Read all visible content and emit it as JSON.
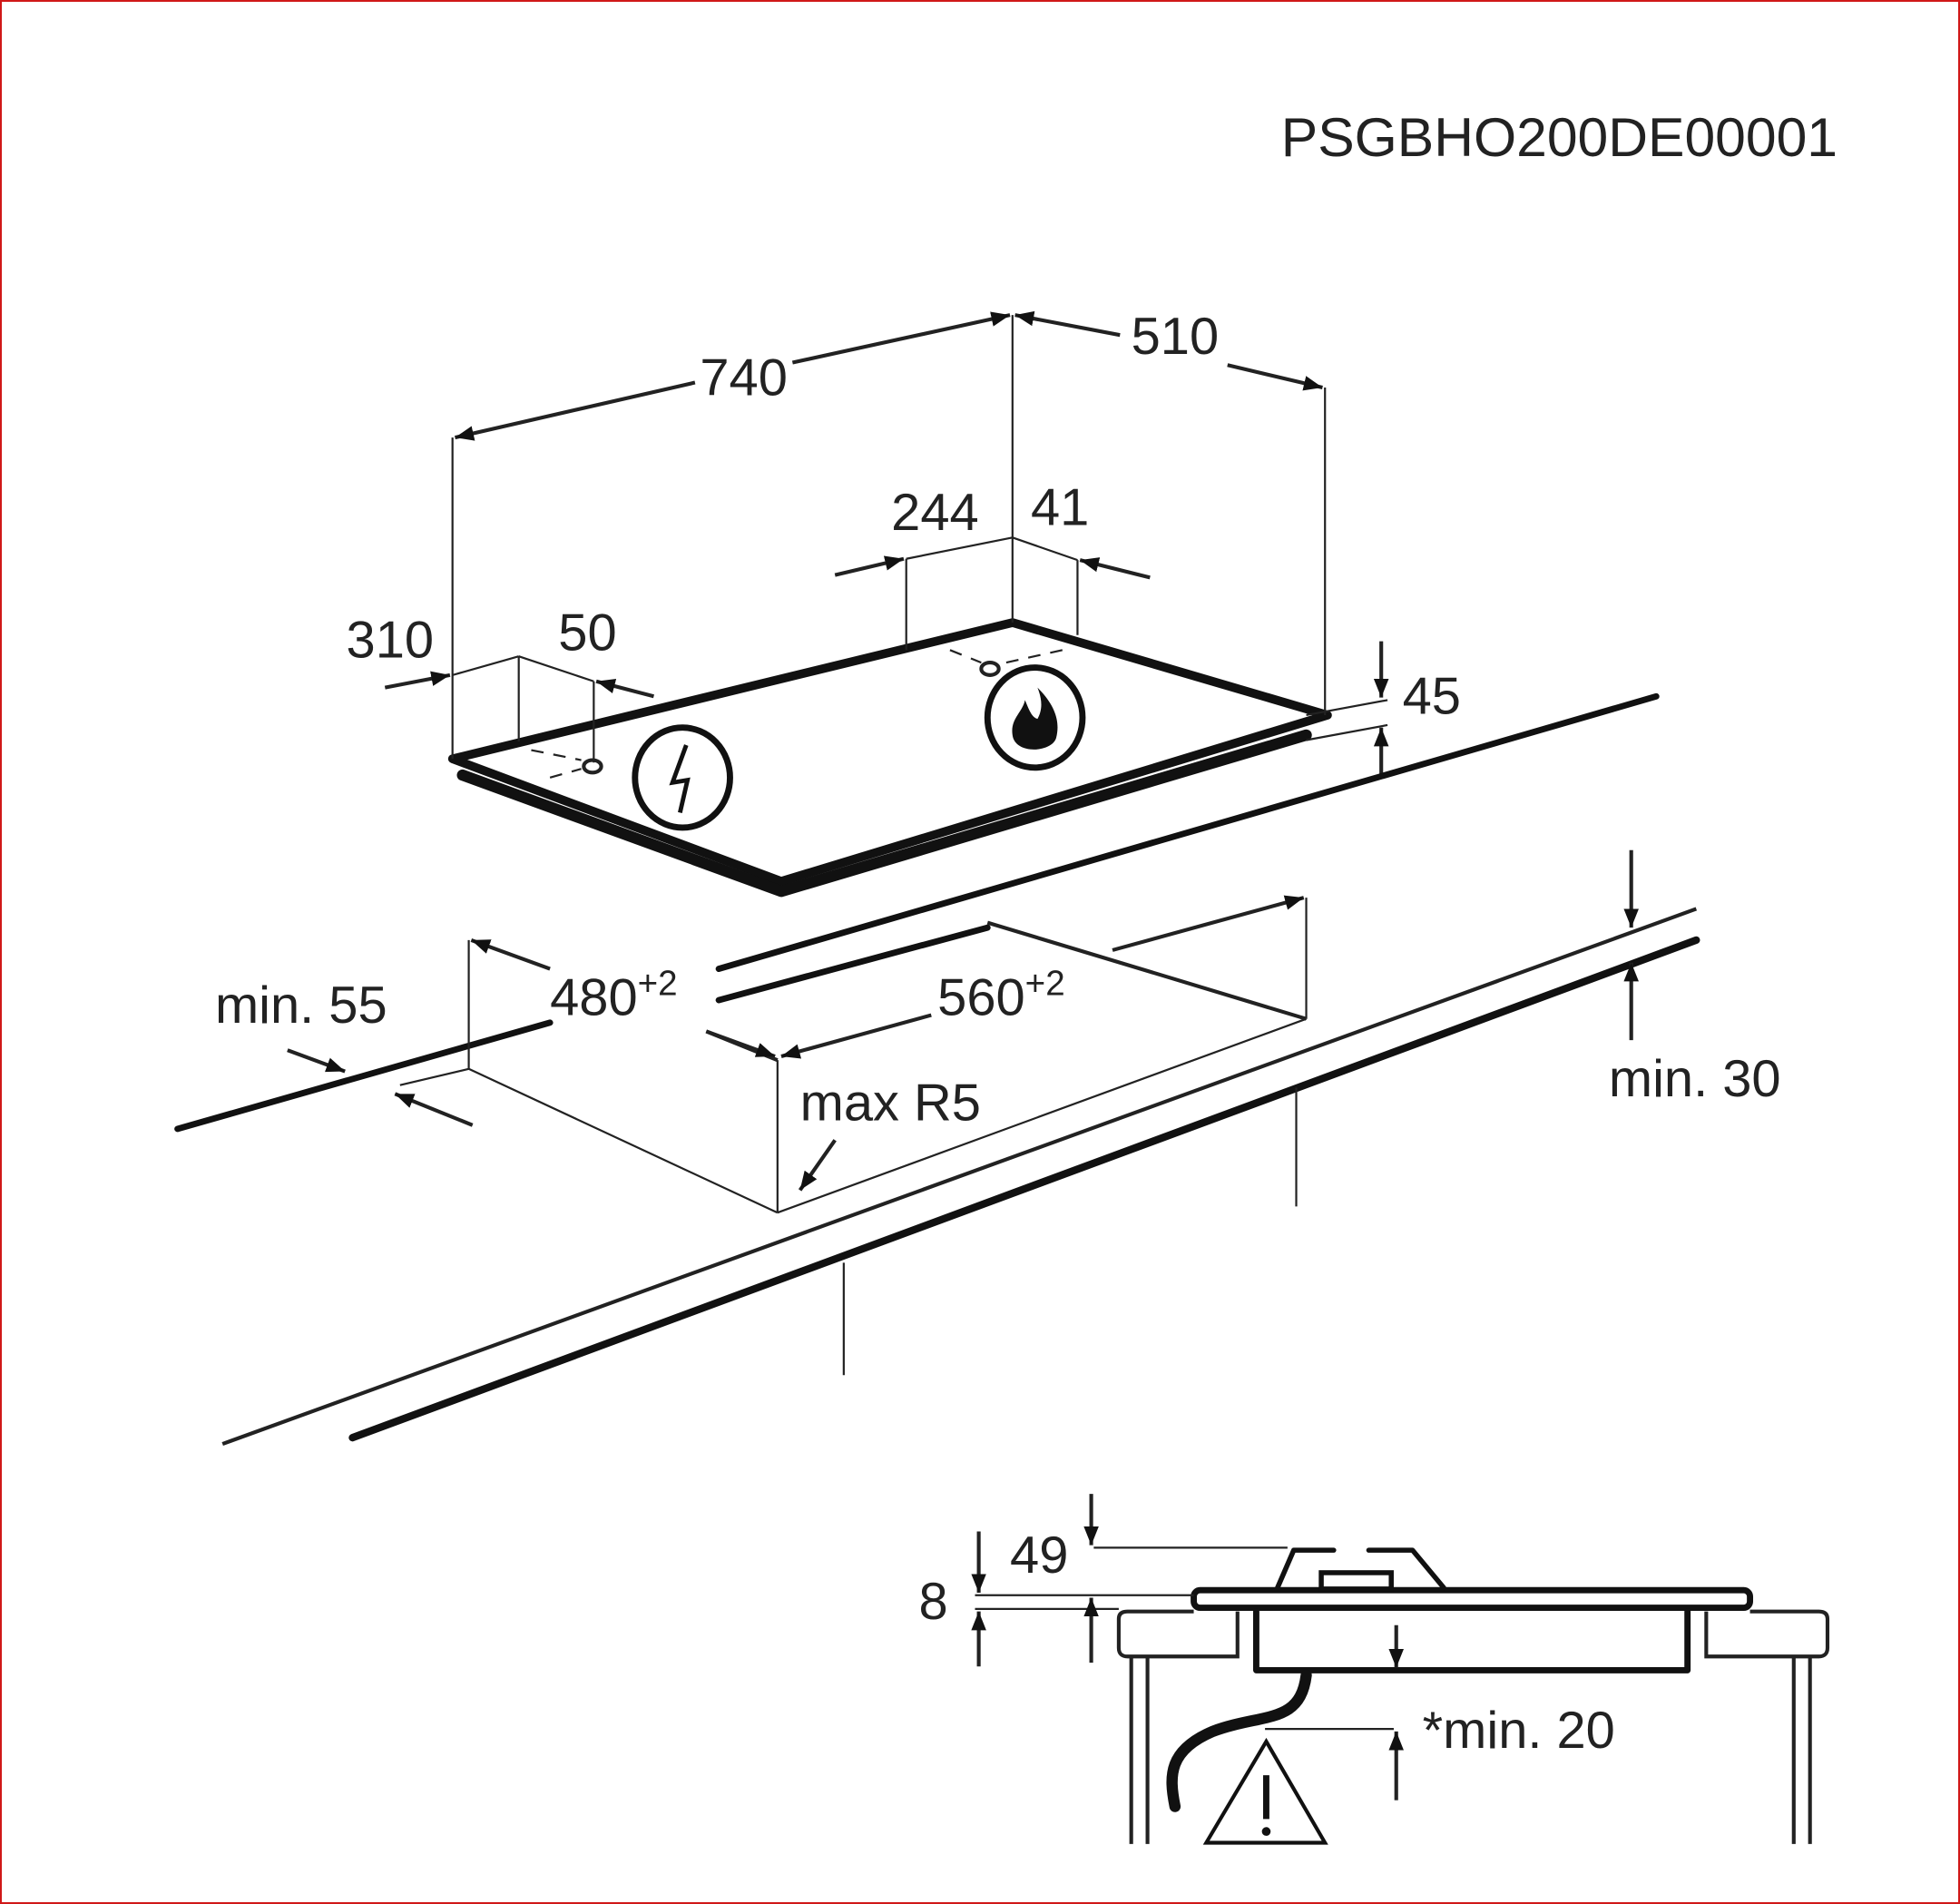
{
  "document_code": "PSGBHO200DE00001",
  "hob_dimensions": {
    "width": "740",
    "depth": "510",
    "burner_offset_x": "244",
    "burner_offset_y": "41",
    "electric_offset_x": "310",
    "electric_offset_y": "50",
    "height": "45"
  },
  "cutout": {
    "width_base": "480",
    "width_tolerance": "+2",
    "depth_base": "560",
    "depth_tolerance": "+2",
    "min_edge": "min. 55",
    "min_thickness": "min. 30",
    "corner_radius": "max R5"
  },
  "section": {
    "top_height": "49",
    "plate_thickness": "8",
    "min_clearance": "*min. 20"
  },
  "icons": [
    "electric-bolt-icon",
    "gas-flame-icon",
    "warning-triangle-icon"
  ],
  "colors": {
    "frame": "#d01818",
    "ink": "#222222"
  }
}
